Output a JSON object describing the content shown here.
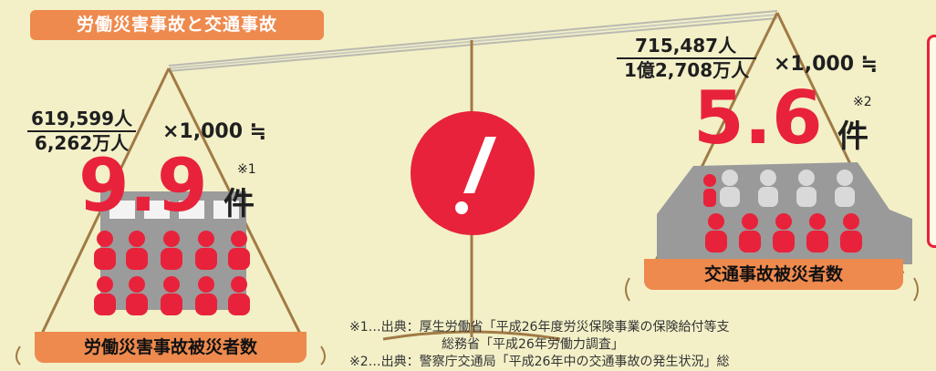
{
  "title_tag": "労働災害事故と交通事故",
  "left": {
    "numerator": "619,599人",
    "denominator": "6,262万人",
    "times": "×1,000 ≒",
    "value": "9.9",
    "unit": "件",
    "note": "※1",
    "label": "労働災害事故被災者数"
  },
  "right": {
    "numerator": "715,487人",
    "denominator": "1億2,708万人",
    "times": "×1,000 ≒",
    "value": "5.6",
    "unit": "件",
    "note": "※2",
    "label": "交通事故被災者数"
  },
  "center_icon": "exclamation-icon",
  "sources": {
    "line1": "※1…出典：厚生労働省「平成26年度労災保険事業の保険給付等支",
    "line2": "総務省「平成26年労働力調査」",
    "line3": "※2…出典：警察庁交通局「平成26年中の交通事故の発生状況」総"
  },
  "colors": {
    "accent": "#e8223a",
    "tag": "#ee8a4e",
    "background": "#f3f0c8",
    "scale": "#a07a45"
  }
}
